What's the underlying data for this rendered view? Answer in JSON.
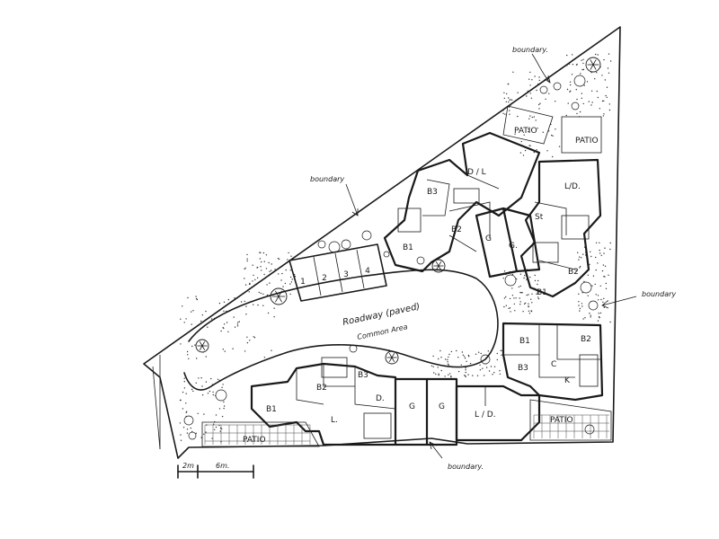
{
  "labels": {
    "patio_top": "PATIO",
    "patio_right": "PATIO",
    "patio_bl": "PATIO",
    "patio_br": "PATIO",
    "dl_top": "D / L",
    "ld_right": "L/D.",
    "ld_bottom": "L / D.",
    "b3_top": "B3",
    "b2_top": "B2",
    "b1_top": "B1",
    "g1_top": "G",
    "g2_top": "G.",
    "st_top": "St",
    "b2_right": "B2",
    "b1_right": "B1",
    "b1_mid": "B1",
    "b2_mid": "B2",
    "b3_mid": "B3",
    "b1_bl": "B1",
    "b2_bl": "B2",
    "b3_bl": "B3",
    "d_bl": "D.",
    "l_bl": "L.",
    "g_b1": "G",
    "g_b2": "G",
    "c_mid": "C",
    "k_mid": "K",
    "roadway": "Roadway (paved)",
    "common": "Common Area",
    "boundary_1": "boundary.",
    "boundary_2": "boundary",
    "boundary_3": "boundary",
    "boundary_4": "boundary.",
    "scale_2m": "2m",
    "scale_6m": "6m.",
    "parking": [
      "1",
      "2",
      "3",
      "4"
    ]
  },
  "icons": {
    "tree": "tree-icon",
    "shrub": "shrub-icon",
    "arrow": "arrow-icon"
  },
  "colors": {
    "ink": "#1a1a1a",
    "paper": "#ffffff"
  }
}
